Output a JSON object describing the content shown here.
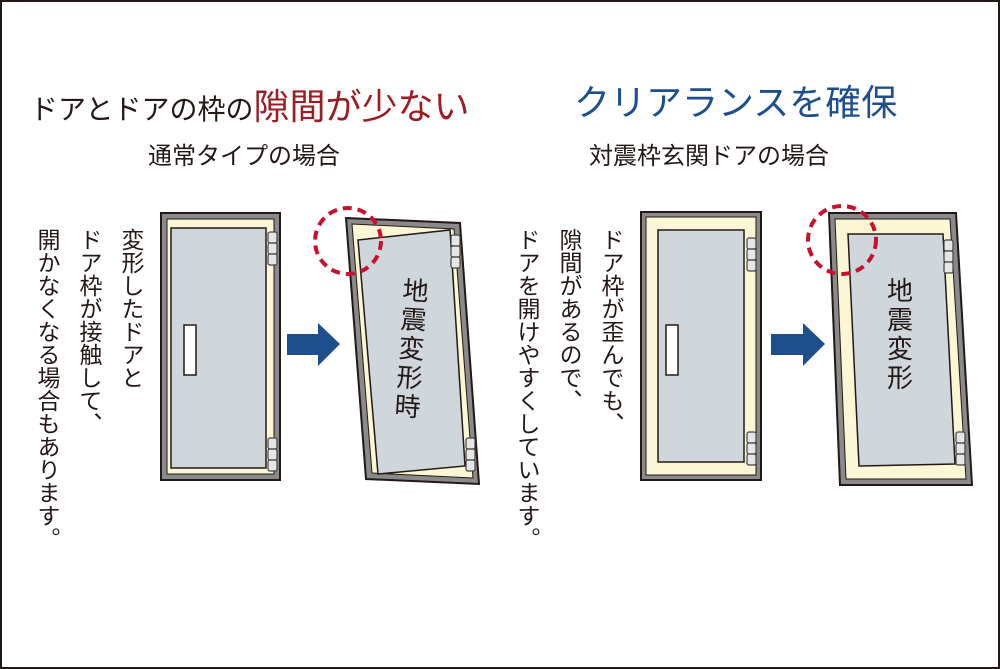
{
  "left_panel": {
    "heading_prefix": "ドアとドアの枠の",
    "heading_emphasis": "隙間が少ない",
    "subheading": "通常タイプの場合",
    "note_lines": [
      "変形したドアと",
      "ドア枠が接触して、",
      "開かなくなる場合もあります。"
    ],
    "door_label_chars": [
      "地",
      "震",
      "変",
      "形",
      "時"
    ]
  },
  "right_panel": {
    "heading": "クリアランスを確保",
    "subheading": "対震枠玄関ドアの場合",
    "note_lines": [
      "ドア枠が歪んでも、",
      "隙間があるので、",
      "ドアを開けやすくしています。"
    ],
    "door_label_chars": [
      "地",
      "震",
      "変",
      "形"
    ]
  },
  "icons": {
    "arrow": "right-arrow-icon",
    "highlight": "dashed-circle-icon"
  },
  "colors": {
    "emphasis_red": "#9b1c23",
    "heading_blue": "#1f4e8c",
    "arrow_blue": "#1f4e8c",
    "dashed_circle": "#c8102e",
    "door_panel": "#cfd7dd",
    "frame_cream": "#fbf6d3",
    "frame_gray": "#8a8a8a"
  }
}
